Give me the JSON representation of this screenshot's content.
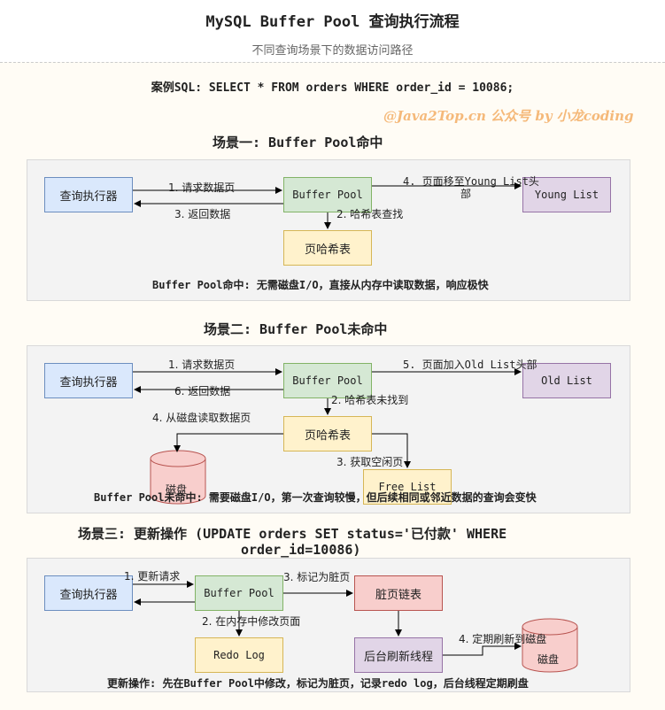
{
  "title": "MySQL Buffer Pool 查询执行流程",
  "subtitle": "不同查询场景下的数据访问路径",
  "sql": "案例SQL: SELECT * FROM orders WHERE order_id = 10086;",
  "watermark": "@Java2Top.cn 公众号 by 小龙coding",
  "scenario1": {
    "heading": "场景一: Buffer Pool命中",
    "query_executor": "查询执行器",
    "buffer_pool": "Buffer Pool",
    "young_list": "Young List",
    "page_hash": "页哈希表",
    "step1": "1. 请求数据页",
    "step2": "2. 哈希表查找",
    "step3": "3. 返回数据",
    "step4_a": "4. 页面移至Young List头",
    "step4_b": "部",
    "summary": "Buffer Pool命中: 无需磁盘I/O，直接从内存中读取数据，响应极快"
  },
  "scenario2": {
    "heading": "场景二: Buffer Pool未命中",
    "query_executor": "查询执行器",
    "buffer_pool": "Buffer Pool",
    "old_list": "Old List",
    "page_hash": "页哈希表",
    "disk": "磁盘",
    "free_list": "Free List",
    "step1": "1. 请求数据页",
    "step2": "2. 哈希表未找到",
    "step3": "3. 获取空闲页",
    "step4": "4. 从磁盘读取数据页",
    "step5": "5. 页面加入Old List头部",
    "step6": "6. 返回数据",
    "summary": "Buffer Pool未命中: 需要磁盘I/O，第一次查询较慢，但后续相同或邻近数据的查询会变快"
  },
  "scenario3": {
    "heading_line1": "场景三: 更新操作 (UPDATE orders SET status='已付款' WHERE",
    "heading_line2": "order_id=10086)",
    "query_executor": "查询执行器",
    "buffer_pool": "Buffer Pool",
    "dirty_list": "脏页链表",
    "redo_log": "Redo Log",
    "flush_thread": "后台刷新线程",
    "disk": "磁盘",
    "step1": "1. 更新请求",
    "step2": "2. 在内存中修改页面",
    "step3": "3. 标记为脏页",
    "step4": "4. 定期刷新到磁盘",
    "summary": "更新操作: 先在Buffer Pool中修改，标记为脏页，记录redo log，后台线程定期刷盘"
  },
  "colors": {
    "blue_fill": "#dae8fc",
    "green_fill": "#d5e8d4",
    "yellow_fill": "#fff2cc",
    "purple_fill": "#e1d5e7",
    "red_fill": "#f8cecc",
    "watermark": "#f5b97a"
  }
}
